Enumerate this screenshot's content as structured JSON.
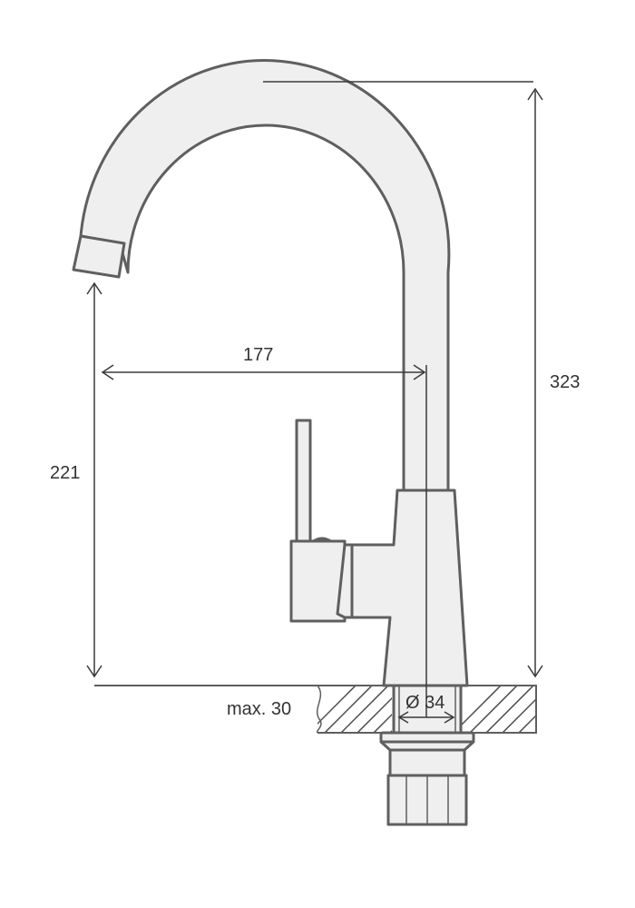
{
  "dimensions": {
    "total_height": "323",
    "spout_clearance": "221",
    "spout_reach": "177",
    "base_diameter": "Ø 34",
    "max_counter_thickness": "max. 30"
  },
  "colors": {
    "stroke": "#5f5f5f",
    "fill": "#efefef",
    "dimension": "#3a3a3a",
    "text": "#333333"
  }
}
